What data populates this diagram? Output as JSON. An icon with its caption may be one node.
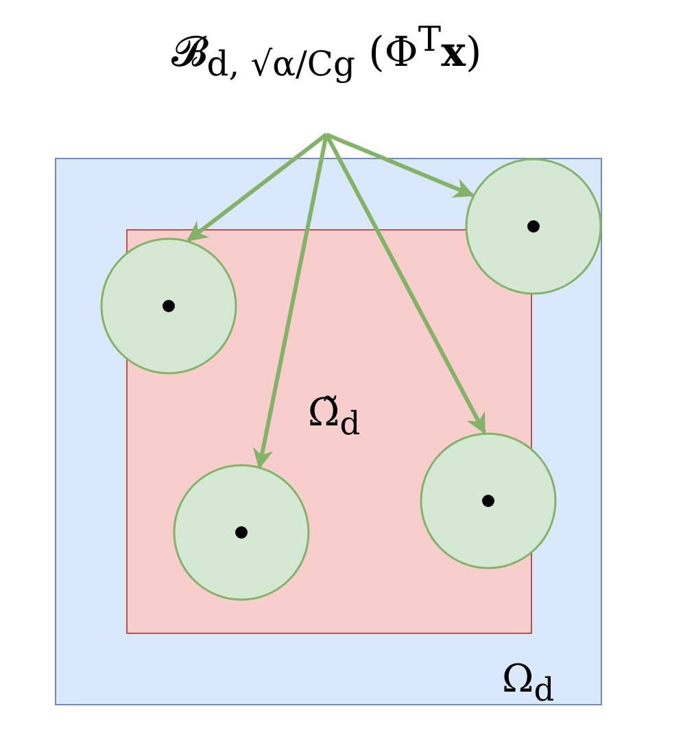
{
  "diagram": {
    "nodes": [
      {
        "text": [
          "𝓑$_{d, √α/Cg}$ (Φ$^{T}$**x**)"
        ]
      },
      {
        "text": [
          "Ω$_{d}$"
        ]
      },
      {
        "text": [
          "Ω̃$_{d}$"
        ],
        "in": 1
      },
      {
        "text": [],
        "shape": "circle",
        "in": 1
      },
      {
        "text": [],
        "shape": "circle",
        "in": 1
      },
      {
        "text": [],
        "shape": "circle",
        "in": 1
      },
      {
        "text": [],
        "shape": "circle",
        "in": 2
      }
    ],
    "edges": [
      {
        "from": 0,
        "to": 4,
        "arrow": "to"
      },
      {
        "from": 0,
        "to": 6,
        "arrow": "to"
      },
      {
        "from": 0,
        "to": 5,
        "arrow": "to"
      },
      {
        "from": 0,
        "to": 3,
        "arrow": "to"
      }
    ]
  }
}
